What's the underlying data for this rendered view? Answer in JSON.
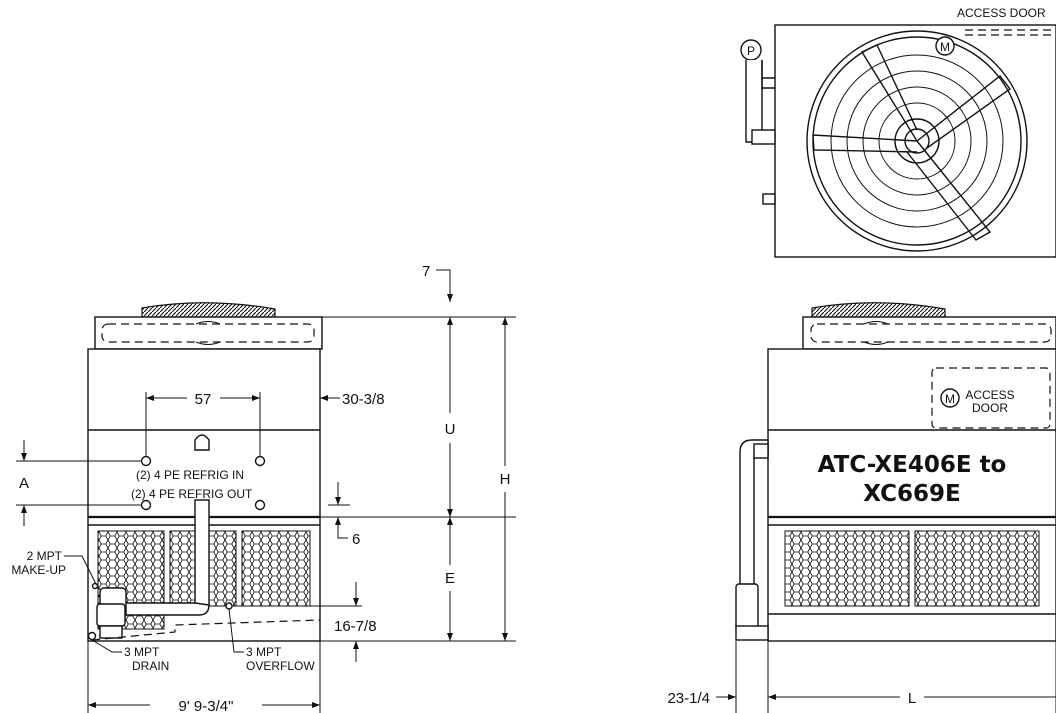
{
  "side_view": {
    "dims": {
      "top_offset": "7",
      "inlet_spacing": "57",
      "inlet_to_side": "30-3/8",
      "upper_section": "U",
      "overall_height": "H",
      "connection_spacing": "A",
      "lower_offset": "6",
      "lower_section": "E",
      "overflow_height": "16-7/8",
      "overall_width": "9' 9-3/4\""
    },
    "connections": {
      "refrig_in": "(2) 4 PE REFRIG IN",
      "refrig_out": "(2) 4 PE REFRIG OUT",
      "makeup_line1": "2 MPT",
      "makeup_line2": "MAKE-UP",
      "drain_line1": "3 MPT",
      "drain_line2": "DRAIN",
      "overflow_line1": "3 MPT",
      "overflow_line2": "OVERFLOW"
    }
  },
  "plan_view": {
    "access_door": "ACCESS DOOR",
    "pump_symbol": "P",
    "motor_symbol": "M"
  },
  "end_view": {
    "title_line1": "ATC-XE406E to",
    "title_line2": "XC669E",
    "access_line1": "ACCESS",
    "access_line2": "DOOR",
    "motor_symbol": "M",
    "pipe_offset": "23-1/4",
    "length": "L"
  }
}
